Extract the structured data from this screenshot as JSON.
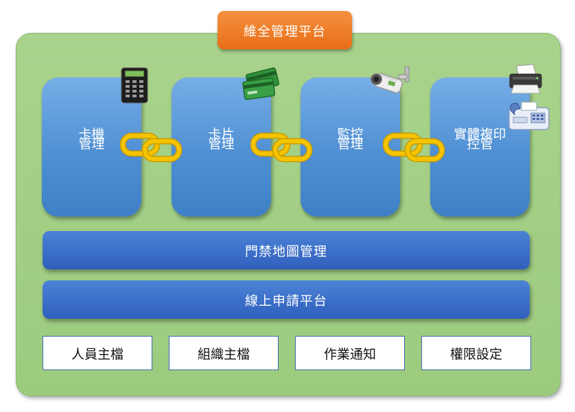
{
  "title": "維全管理平台",
  "modules": [
    {
      "line1": "卡機",
      "line2": "管理",
      "icon": "card-reader-icon"
    },
    {
      "line1": "卡片",
      "line2": "管理",
      "icon": "cards-icon"
    },
    {
      "line1": "監控",
      "line2": "管理",
      "icon": "cctv-camera-icon"
    },
    {
      "line1": "實體複印",
      "line2": "控管",
      "icon": "printer-fax-icon"
    }
  ],
  "bars": {
    "access_map": "門禁地圖管理",
    "online_application": "線上申請平台"
  },
  "master_data": [
    "人員主檔",
    "組織主檔",
    "作業通知",
    "權限設定"
  ],
  "colors": {
    "platform": "#a9d38c",
    "title": "#f07f28",
    "module": "#5b9bd5",
    "bar": "#3d6fc9",
    "chain": "#f5c400"
  }
}
